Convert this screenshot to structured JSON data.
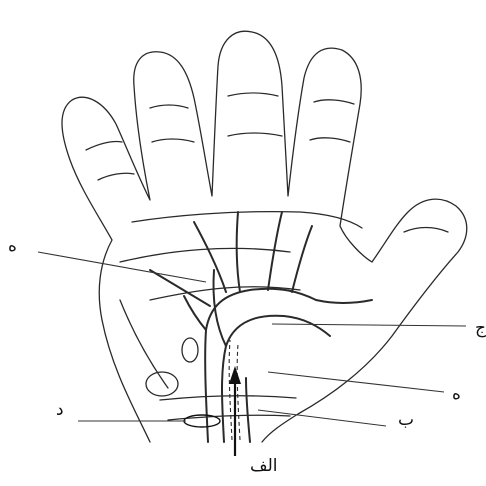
{
  "labels": {
    "alef": "الف",
    "be": "ب",
    "jim": "ج",
    "dal": "د",
    "he_left": "ه",
    "he_right": "ه"
  },
  "colors": {
    "outline": "#2a2a2a",
    "leader": "#333333",
    "background": "#ffffff"
  }
}
